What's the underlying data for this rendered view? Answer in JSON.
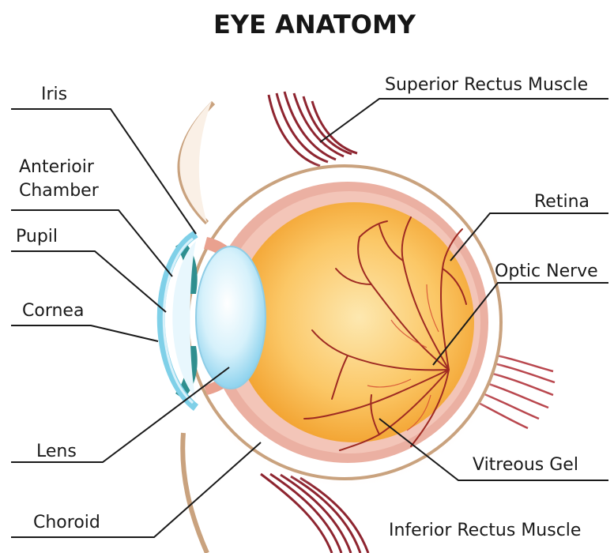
{
  "title": "EYE ANATOMY",
  "labels": {
    "iris": "Iris",
    "anterior_chamber_line1": "Anterioir",
    "anterior_chamber_line2": "Chamber",
    "pupil": "Pupil",
    "cornea": "Cornea",
    "lens": "Lens",
    "choroid": "Choroid",
    "superior_rectus": "Superior Rectus Muscle",
    "retina": "Retina",
    "optic_nerve": "Optic  Nerve",
    "vitreous_gel": "Vitreous Gel",
    "inferior_rectus": "Inferior Rectus Muscle"
  },
  "colors": {
    "sclera_outline": "#c9a27e",
    "retina_layer": "#e9a18f",
    "choroid_pink": "#f2c0b4",
    "vitreous_center": "#fde2a3",
    "vitreous_edge": "#f5a733",
    "lens_blue": "#bfe8f7",
    "cornea_blue": "#7fd0e8",
    "iris_teal": "#2f8f8f",
    "vessels": "#9e2a22",
    "muscle": "#8e2530"
  }
}
